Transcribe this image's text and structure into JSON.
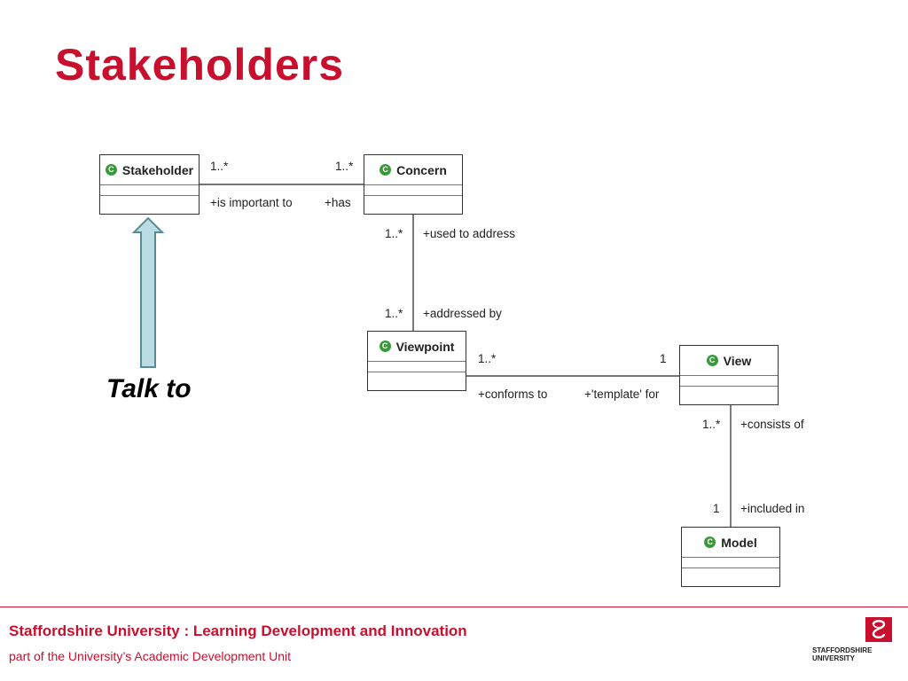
{
  "slide": {
    "title": "Stakeholders",
    "title_color": "#c8102e",
    "annotation": "Talk to"
  },
  "diagram": {
    "icon_label": "C",
    "icon_color": "#3a9a3a",
    "classes": {
      "stakeholder": "Stakeholder",
      "concern": "Concern",
      "viewpoint": "Viewpoint",
      "view": "View",
      "model": "Model"
    },
    "associations": {
      "stakeholder_concern": {
        "left_multiplicity": "1..*",
        "right_multiplicity": "1..*",
        "left_role": "+is important to",
        "right_role": "+has"
      },
      "concern_viewpoint": {
        "top_multiplicity": "1..*",
        "top_role": "+used to address",
        "bottom_multiplicity": "1..*",
        "bottom_role": "+addressed by"
      },
      "viewpoint_view": {
        "left_multiplicity": "1..*",
        "right_multiplicity": "1",
        "left_role": "+conforms to",
        "right_role": "+'template' for"
      },
      "view_model": {
        "top_multiplicity": "1..*",
        "top_role": "+consists of",
        "bottom_multiplicity": "1",
        "bottom_role": "+included in"
      }
    },
    "arrow_fill": "#b9dde3"
  },
  "footer": {
    "main": "Staffordshire University : Learning Development and Innovation",
    "sub": "part of the University’s Academic Development Unit",
    "color": "#c8102e",
    "logo_line1": "STAFFORDSHIRE",
    "logo_line2": "UNIVERSITY"
  }
}
